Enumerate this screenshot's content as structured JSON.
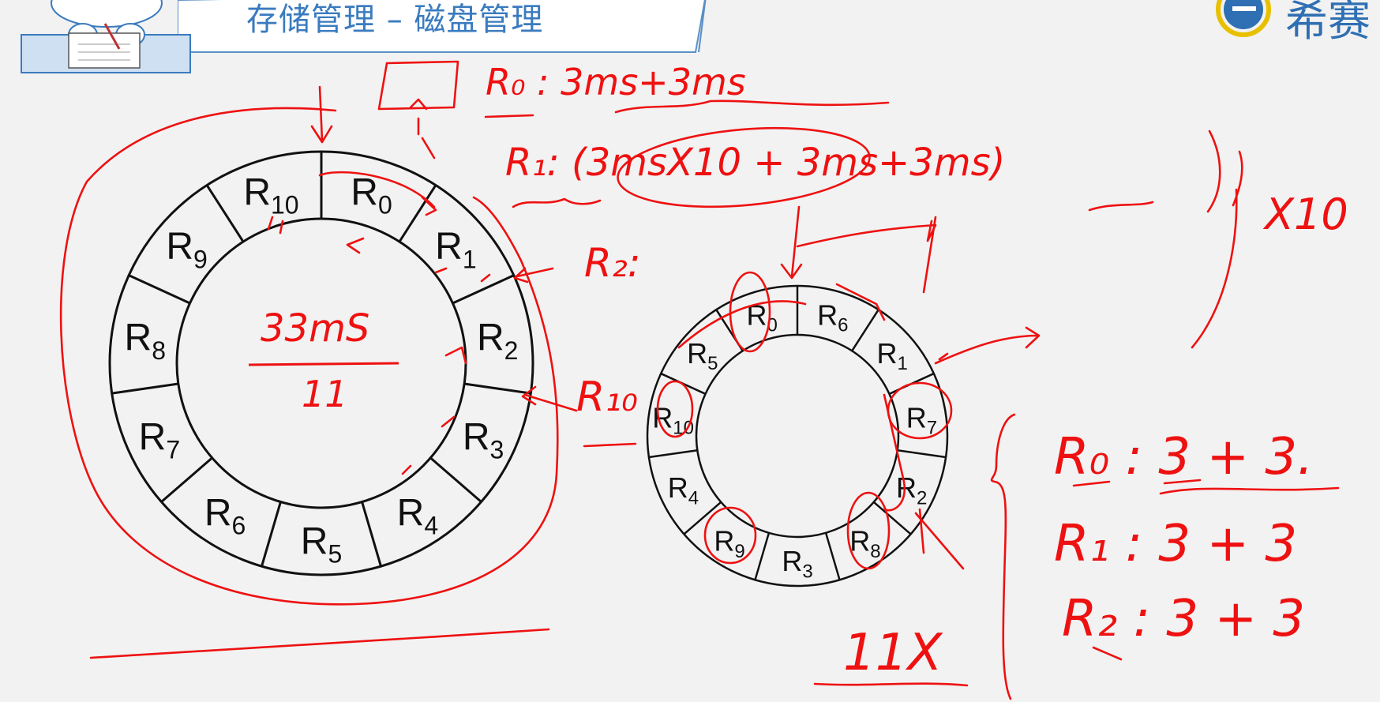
{
  "header": {
    "title": "存储管理 – 磁盘管理"
  },
  "logo": {
    "text": "希赛"
  },
  "colors": {
    "title": "#3a7bbf",
    "ink": "#ee1111",
    "disk": "#111111",
    "background": "#f2f2f2"
  },
  "disk_left": {
    "sectors": [
      {
        "base": "R",
        "sub": "10"
      },
      {
        "base": "R",
        "sub": "0"
      },
      {
        "base": "R",
        "sub": "1"
      },
      {
        "base": "R",
        "sub": "2"
      },
      {
        "base": "R",
        "sub": "3"
      },
      {
        "base": "R",
        "sub": "4"
      },
      {
        "base": "R",
        "sub": "5"
      },
      {
        "base": "R",
        "sub": "6"
      },
      {
        "base": "R",
        "sub": "7"
      },
      {
        "base": "R",
        "sub": "8"
      },
      {
        "base": "R",
        "sub": "9"
      }
    ]
  },
  "disk_right": {
    "sectors": [
      {
        "base": "R",
        "sub": "0"
      },
      {
        "base": "R",
        "sub": "6"
      },
      {
        "base": "R",
        "sub": "1"
      },
      {
        "base": "R",
        "sub": "7"
      },
      {
        "base": "R",
        "sub": "2"
      },
      {
        "base": "R",
        "sub": "8"
      },
      {
        "base": "R",
        "sub": "3"
      },
      {
        "base": "R",
        "sub": "9"
      },
      {
        "base": "R",
        "sub": "4"
      },
      {
        "base": "R",
        "sub": "10"
      },
      {
        "base": "R",
        "sub": "5"
      }
    ]
  },
  "annotations": {
    "r0_line": "R₀ : 3ms+3ms",
    "r1_line": "R₁: (3msX10 + 3ms+3ms)",
    "times_ten": "X10",
    "r2_label": "R₂:",
    "r10_label": "R₁₀",
    "center_numerator": "33mS",
    "center_denominator": "11",
    "eleven_x": "11X",
    "list": [
      "R₀ : 3 + 3.",
      "R₁ : 3 + 3",
      "R₂ : 3 + 3"
    ]
  }
}
